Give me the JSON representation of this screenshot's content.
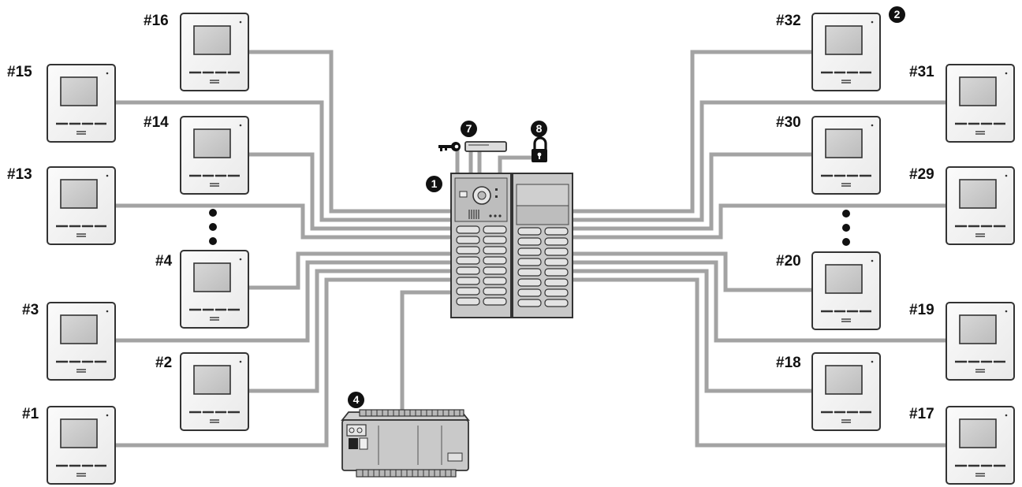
{
  "monitors": [
    {
      "label": "#16"
    },
    {
      "label": "#15"
    },
    {
      "label": "#14"
    },
    {
      "label": "#13"
    },
    {
      "label": "#4"
    },
    {
      "label": "#3"
    },
    {
      "label": "#2"
    },
    {
      "label": "#1"
    },
    {
      "label": "#32"
    },
    {
      "label": "#31"
    },
    {
      "label": "#30"
    },
    {
      "label": "#29"
    },
    {
      "label": "#20"
    },
    {
      "label": "#19"
    },
    {
      "label": "#18"
    },
    {
      "label": "#17"
    }
  ],
  "callouts": {
    "entrance_panel": "1",
    "monitor": "2",
    "controller": "4",
    "key": "7",
    "lock": "8"
  },
  "colors": {
    "wire": "#a3a3a3",
    "outline": "#333333",
    "panel": "#c8c8c8",
    "screen": "#d3d3d3"
  }
}
